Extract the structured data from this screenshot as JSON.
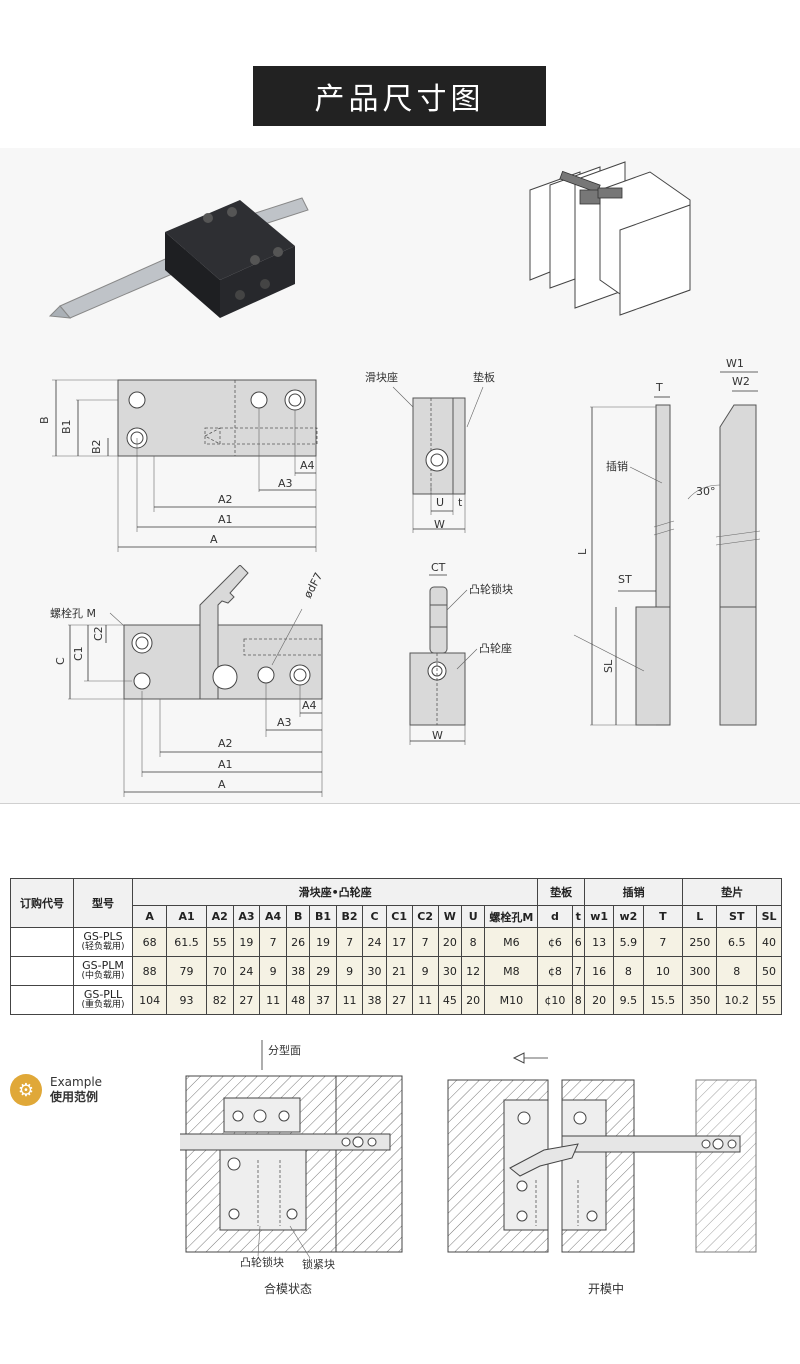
{
  "title": "产品尺寸图",
  "labels": {
    "slider_seat": "滑块座",
    "backing_plate": "垫板",
    "pin": "插销",
    "cam_block": "凸轮锁块",
    "cam_seat": "凸轮座",
    "shim": "垫片",
    "bolt_hole": "螺栓孔 M",
    "parting_plane": "分型面",
    "lock_block": "锁紧块",
    "closed_state": "合模状态",
    "open_state": "开模中",
    "angle": "30°",
    "dim": {
      "A": "A",
      "A1": "A1",
      "A2": "A2",
      "A3": "A3",
      "A4": "A4",
      "B": "B",
      "B1": "B1",
      "B2": "B2",
      "C": "C",
      "C1": "C1",
      "C2": "C2",
      "W": "W",
      "U": "U",
      "t": "t",
      "CT": "CT",
      "T": "T",
      "W1": "W1",
      "W2": "W2",
      "L": "L",
      "ST": "ST",
      "SL": "SL",
      "dF7": "ødF7"
    }
  },
  "example": {
    "en": "Example",
    "cn": "使用范例"
  },
  "table": {
    "order_code": "订购代号",
    "model": "型号",
    "groups": {
      "slider_cam": "滑块座•凸轮座",
      "plate": "垫板",
      "pin": "插销",
      "shim": "垫片"
    },
    "columns": [
      "A",
      "A1",
      "A2",
      "A3",
      "A4",
      "B",
      "B1",
      "B2",
      "C",
      "C1",
      "C2",
      "W",
      "U",
      "螺栓孔M",
      "d",
      "t",
      "w1",
      "w2",
      "T",
      "L",
      "ST",
      "SL"
    ],
    "rows": [
      {
        "model": "GS-PLS",
        "sub": "(轻负载用)",
        "values": [
          "68",
          "61.5",
          "55",
          "19",
          "7",
          "26",
          "19",
          "7",
          "24",
          "17",
          "7",
          "20",
          "8",
          "M6",
          "¢6",
          "6",
          "13",
          "5.9",
          "7",
          "250",
          "6.5",
          "40"
        ]
      },
      {
        "model": "GS-PLM",
        "sub": "(中负载用)",
        "values": [
          "88",
          "79",
          "70",
          "24",
          "9",
          "38",
          "29",
          "9",
          "30",
          "21",
          "9",
          "30",
          "12",
          "M8",
          "¢8",
          "7",
          "16",
          "8",
          "10",
          "300",
          "8",
          "50"
        ]
      },
      {
        "model": "GS-PLL",
        "sub": "(重负载用)",
        "values": [
          "104",
          "93",
          "82",
          "27",
          "11",
          "48",
          "37",
          "11",
          "38",
          "27",
          "11",
          "45",
          "20",
          "M10",
          "¢10",
          "8",
          "20",
          "9.5",
          "15.5",
          "350",
          "10.2",
          "55"
        ]
      }
    ]
  }
}
